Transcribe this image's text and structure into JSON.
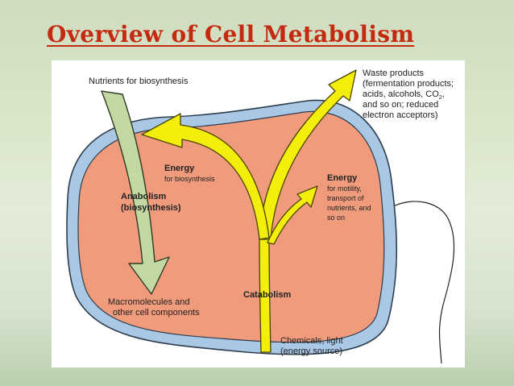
{
  "title": "Overview of Cell Metabolism",
  "diagram": {
    "nutrients_label": "Nutrients for biosynthesis",
    "waste_label": [
      "Waste products",
      "(fermentation products;",
      "acids, alcohols, CO",
      "2",
      ",",
      "and so on; reduced",
      "electron acceptors)"
    ],
    "energy_biosynthesis_title": "Energy",
    "energy_biosynthesis_sub": "for biosynthesis",
    "anabolism": [
      "Anabolism",
      "(biosynthesis)"
    ],
    "energy_motility_title": "Energy",
    "energy_motility_sub": [
      "for motility,",
      "transport of",
      "nutrients, and",
      "so on"
    ],
    "macromolecules": [
      "Macromolecules and",
      "other cell components"
    ],
    "catabolism": "Catabolism",
    "chemicals": [
      "Chemicals, light",
      "(energy source)"
    ],
    "colors": {
      "cytoplasm": "#f09b7c",
      "membrane": "#a8c8e6",
      "anabolism_arrow": "#c3d9a3",
      "catabolism_arrow": "#f3ee0b",
      "title": "#c42a10"
    }
  }
}
